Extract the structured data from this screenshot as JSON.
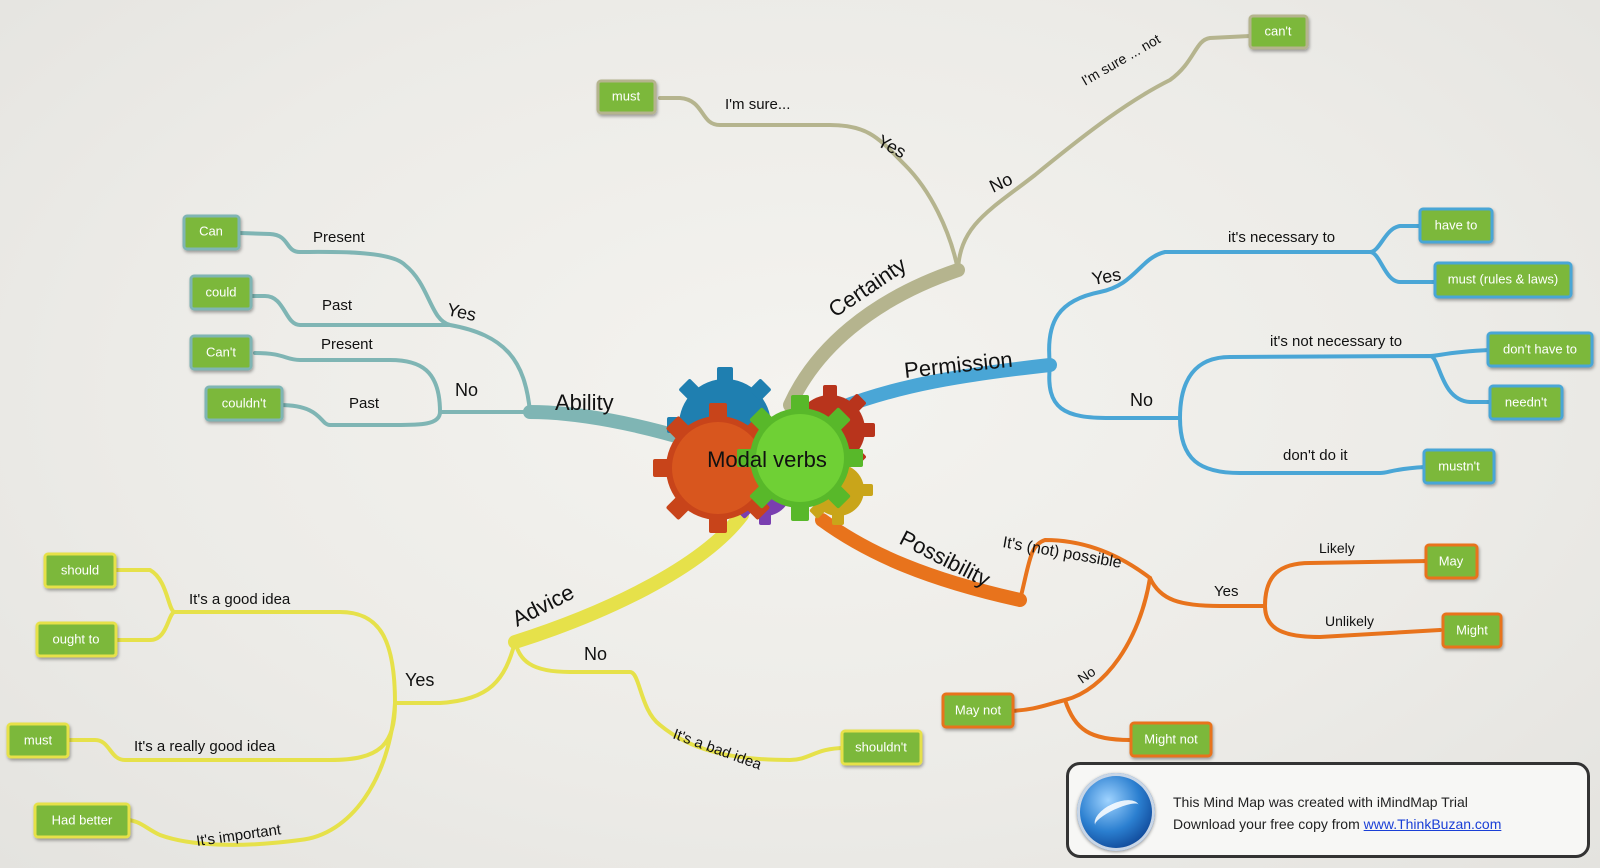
{
  "center": {
    "title": "Modal verbs"
  },
  "branches": {
    "certainty": {
      "label": "Certainty",
      "yes": "Yes",
      "no": "No",
      "yes_phrase": "I'm sure...",
      "no_phrase": "I'm sure ... not",
      "yes_box": "must",
      "no_box": "can't"
    },
    "permission": {
      "label": "Permission",
      "yes": "Yes",
      "no": "No",
      "yes_phrase": "it's necessary to",
      "no_phrase_1": "it's not necessary to",
      "no_phrase_2": "don't do it",
      "box_have_to": "have to",
      "box_must": "must (rules & laws)",
      "box_dont_have_to": "don't have to",
      "box_neednt": "needn't",
      "box_mustnt": "mustn't"
    },
    "possibility": {
      "label": "Possibility",
      "sub": "It's (not) possible",
      "yes": "Yes",
      "no": "No",
      "likely": "Likely",
      "unlikely": "Unlikely",
      "box_may": "May",
      "box_might": "Might",
      "box_may_not": "May not",
      "box_might_not": "Might not"
    },
    "advice": {
      "label": "Advice",
      "yes": "Yes",
      "no": "No",
      "good_idea": "It's a good idea",
      "really_good_idea": "It's a really good idea",
      "important": "It's important",
      "bad_idea": "It's a bad idea",
      "box_should": "should",
      "box_ought_to": "ought to",
      "box_must": "must",
      "box_had_better": "Had better",
      "box_shouldnt": "shouldn't"
    },
    "ability": {
      "label": "Ability",
      "yes": "Yes",
      "no": "No",
      "present_yes": "Present",
      "past_yes": "Past",
      "present_no": "Present",
      "past_no": "Past",
      "box_can": "Can",
      "box_could": "could",
      "box_cant": "Can't",
      "box_couldnt": "couldn't"
    }
  },
  "colors": {
    "certainty": "#b5b48e",
    "permission": "#4aa6d6",
    "possibility": "#e8731c",
    "advice": "#e6e14a",
    "ability": "#7fb5b4",
    "box_fill": "#7cb83a"
  },
  "banner": {
    "line1": "This Mind Map was created with iMindMap Trial",
    "line2_prefix": "Download your free copy from ",
    "link": "www.ThinkBuzan.com"
  }
}
